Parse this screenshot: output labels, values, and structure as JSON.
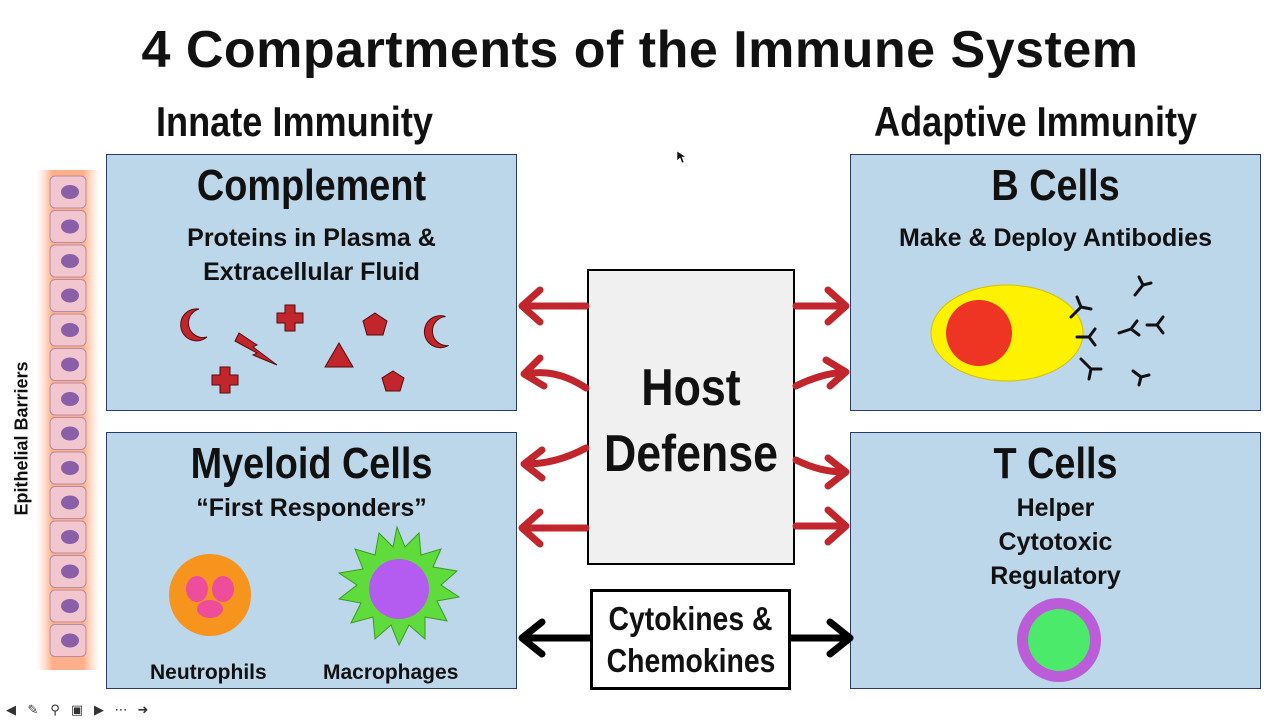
{
  "title": "4 Compartments of the Immune System",
  "headings": {
    "innate": "Innate Immunity",
    "adaptive": "Adaptive Immunity"
  },
  "epithelial_label": "Epithelial Barriers",
  "complement": {
    "title": "Complement",
    "line1": "Proteins in Plasma &",
    "line2": "Extracellular Fluid"
  },
  "myeloid": {
    "title": "Myeloid Cells",
    "subtitle": "“First Responders”",
    "neutrophils": "Neutrophils",
    "macrophages": "Macrophages"
  },
  "bcells": {
    "title": "B Cells",
    "subtitle": "Make & Deploy Antibodies"
  },
  "tcells": {
    "title": "T Cells",
    "line1": "Helper",
    "line2": "Cytotoxic",
    "line3": "Regulatory"
  },
  "center": {
    "line1": "Host",
    "line2": "Defense"
  },
  "cytokines": {
    "line1": "Cytokines &",
    "line2": "Chemokines"
  },
  "colors": {
    "box_fill": "#bcd6ea",
    "arrow": "#c0262b",
    "molecule": "#c0262b",
    "b_cell_body": "#fff200",
    "b_cell_nucleus": "#ee3524",
    "t_cell_ring": "#bb5cd9",
    "t_cell_core": "#4bea6a",
    "neutrophil": "#f7941d",
    "neutrophil_nucleus": "#ee4d9c",
    "macrophage": "#5fdc3c",
    "macrophage_nucleus": "#b45cf0"
  },
  "toolbar_icons": [
    "back-icon",
    "pen-icon",
    "search-icon",
    "captions-icon",
    "video-icon",
    "more-icon",
    "forward-icon"
  ]
}
